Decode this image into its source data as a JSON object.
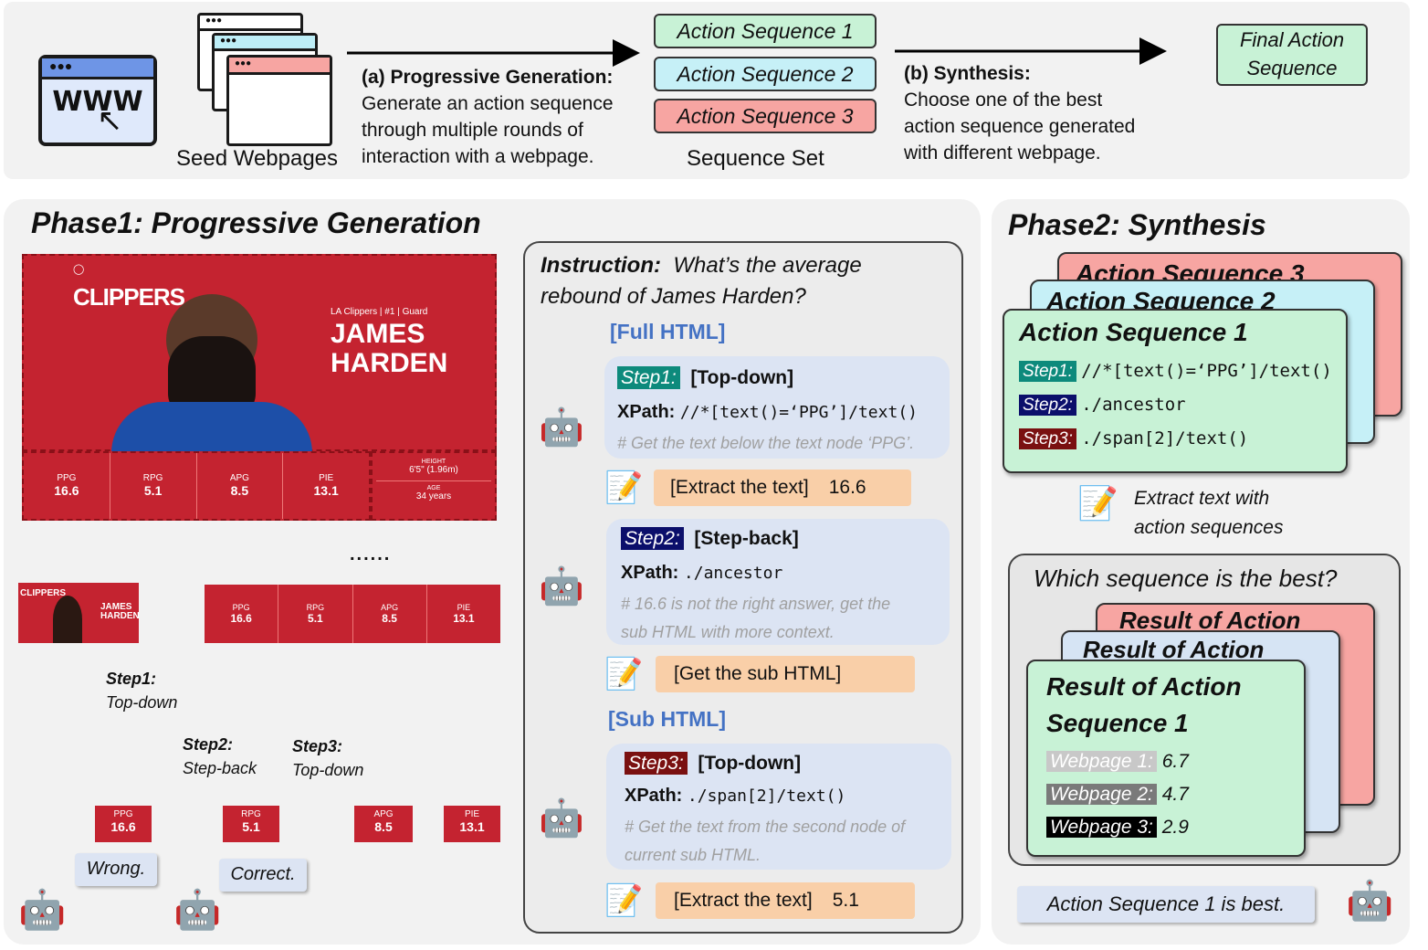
{
  "top": {
    "seed_label": "Seed Webpages",
    "www": "WWW",
    "a_title": "(a) Progressive Generation:",
    "a_text_1": "Generate an action sequence",
    "a_text_2": "through multiple rounds of",
    "a_text_3": "interaction with a webpage.",
    "seq1": "Action Sequence 1",
    "seq2": "Action Sequence 2",
    "seq3": "Action Sequence 3",
    "seqset": "Sequence Set",
    "b_title": "(b) Synthesis:",
    "b_text_1": "Choose one of the best",
    "b_text_2": "action sequence generated",
    "b_text_3": "with different webpage.",
    "final_1": "Final Action",
    "final_2": "Sequence"
  },
  "phase1": {
    "title": "Phase1: Progressive Generation",
    "player": {
      "team": "CLIPPERS",
      "subtitle": "LA Clippers | #1 | Guard",
      "first": "JAMES",
      "last": "HARDEN",
      "stats": [
        {
          "label": "PPG",
          "value": "16.6"
        },
        {
          "label": "RPG",
          "value": "5.1"
        },
        {
          "label": "APG",
          "value": "8.5"
        },
        {
          "label": "PIE",
          "value": "13.1"
        }
      ],
      "height_label": "HEIGHT",
      "height_value": "6'5\" (1.96m)",
      "age_label": "AGE",
      "age_value": "34 years"
    },
    "ellipsis": "......",
    "step1_tag": "Step1:",
    "step1_text": "Top-down",
    "step2_tag": "Step2:",
    "step2_text": "Step-back",
    "step3_tag": "Step3:",
    "step3_text": "Top-down",
    "wrong": "Wrong.",
    "correct": "Correct."
  },
  "instruction": {
    "label": "Instruction:",
    "text_1": "What’s the average",
    "text_2": "rebound of James Harden?",
    "full_html": "[Full HTML]",
    "sub_html": "[Sub HTML]",
    "steps": [
      {
        "tag": "Step1:",
        "mode": "[Top-down]",
        "xpath_label": "XPath:",
        "xpath": "//*[text()=‘PPG’]/text()",
        "comment_1": "# Get the text below the text node ‘PPG’.",
        "comment_2": "",
        "result_label": "[Extract the text]",
        "result_value": "16.6"
      },
      {
        "tag": "Step2:",
        "mode": "[Step-back]",
        "xpath_label": "XPath:",
        "xpath": "./ancestor",
        "comment_1": "# 16.6 is not the right answer, get the",
        "comment_2": "sub HTML with more context.",
        "result_label": "[Get the sub HTML]",
        "result_value": ""
      },
      {
        "tag": "Step3:",
        "mode": "[Top-down]",
        "xpath_label": "XPath:",
        "xpath": "./span[2]/text()",
        "comment_1": "# Get the text from the second node of",
        "comment_2": "current sub HTML.",
        "result_label": "[Extract the text]",
        "result_value": "5.1"
      }
    ]
  },
  "phase2": {
    "title": "Phase2: Synthesis",
    "card3": "Action Sequence 3",
    "card2": "Action Sequence 2",
    "card1": "Action Sequence 1",
    "lines": [
      {
        "tag": "Step1:",
        "code": "//*[text()=‘PPG’]/text()"
      },
      {
        "tag": "Step2:",
        "code": "./ancestor"
      },
      {
        "tag": "Step3:",
        "code": "./span[2]/text()"
      }
    ],
    "extract_1": "Extract text with",
    "extract_2": "action sequences",
    "question": "Which sequence is the best?",
    "res_back": "Result of Action",
    "res_mid": "Result of Action",
    "res_title_1": "Result of Action",
    "res_title_2": "Sequence 1",
    "webpages": [
      {
        "label": "Webpage 1:",
        "value": "6.7",
        "color": "#c8c8c8"
      },
      {
        "label": "Webpage 2:",
        "value": "4.7",
        "color": "#7a7a7a"
      },
      {
        "label": "Webpage 3:",
        "value": "2.9",
        "color": "#000000"
      }
    ],
    "best": "Action Sequence 1 is best."
  },
  "colors": {
    "arrow_blue": "#4472c4",
    "arrow_orange": "#ed7d31",
    "card_green": "#c8f2d6",
    "card_blue": "#c6f0f7",
    "card_red": "#f7a5a2"
  }
}
